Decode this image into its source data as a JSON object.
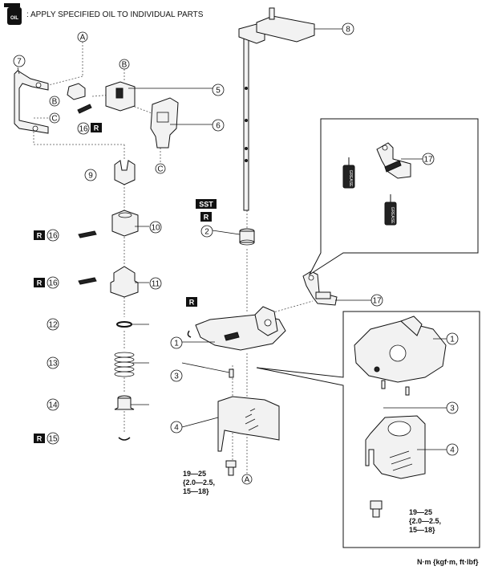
{
  "legend": {
    "icon_label": "OIL",
    "text": ": APPLY SPECIFIED OIL TO INDIVIDUAL PARTS"
  },
  "callouts": {
    "c1": "1",
    "c1b": "1",
    "c2": "2",
    "c3": "3",
    "c3b": "3",
    "c4": "4",
    "c4b": "4",
    "c5": "5",
    "c6": "6",
    "c7": "7",
    "c8": "8",
    "c9": "9",
    "c10": "10",
    "c11": "11",
    "c12": "12",
    "c13": "13",
    "c14": "14",
    "c15": "15",
    "c16a": "16",
    "c16b": "16",
    "c16c": "16",
    "c17a": "17",
    "c17b": "17"
  },
  "refs": {
    "A_top": "A",
    "A_bottom": "A",
    "B_top": "B",
    "B_left": "B",
    "C_left": "C",
    "C_bottom": "C"
  },
  "badges": {
    "R": "R",
    "SST": "SST",
    "grease": "GREASE"
  },
  "torque": {
    "main": [
      "19—25",
      "{2.0—2.5,",
      "15—18}"
    ],
    "detail": [
      "19—25",
      "{2.0—2.5,",
      "15—18}"
    ]
  },
  "units": "N·m {kgf·m, ft·lbf}"
}
